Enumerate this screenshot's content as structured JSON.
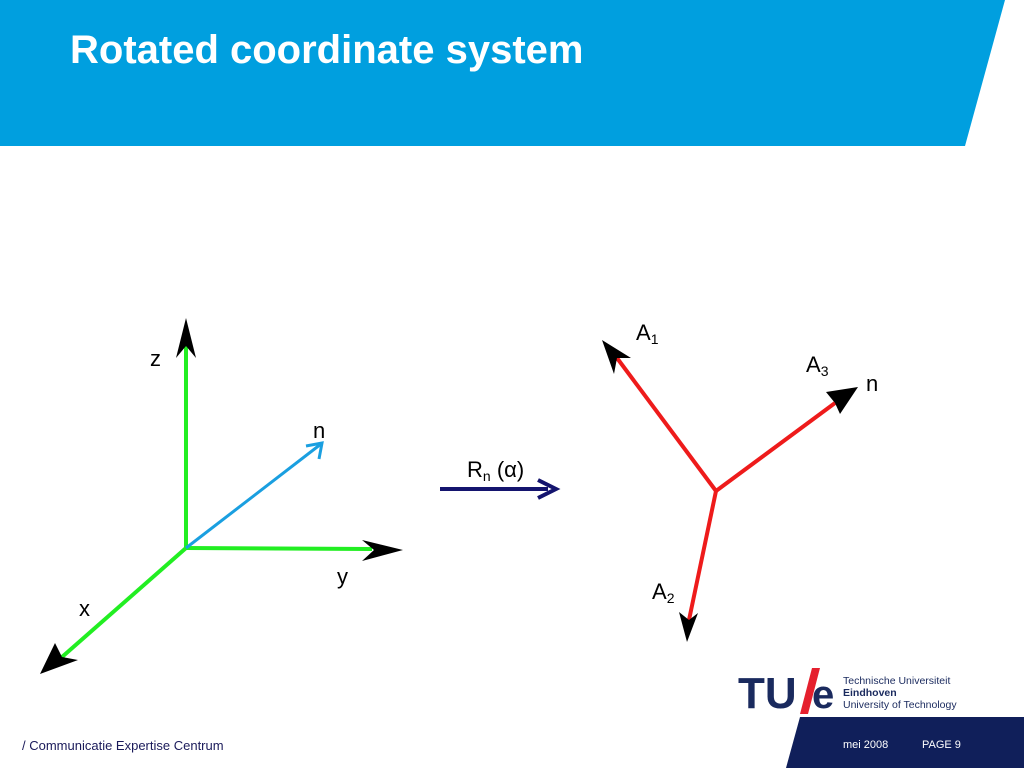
{
  "slide": {
    "title": "Rotated coordinate system"
  },
  "diagram": {
    "left_axes": {
      "z_label": "z",
      "x_label": "x",
      "y_label": "y",
      "n_label": "n"
    },
    "rotation": {
      "symbol": "R",
      "subscript": "n",
      "argument": "(α)"
    },
    "right_axes": {
      "a1_main": "A",
      "a1_sub": "1",
      "a2_main": "A",
      "a2_sub": "2",
      "a3_main": "A",
      "a3_sub": "3",
      "n_label": "n"
    }
  },
  "logo": {
    "mark": "TU/e",
    "line1": "Technische Universiteit",
    "line2": "Eindhoven",
    "line3": "University of Technology"
  },
  "footer": {
    "department": "/ Communicatie Expertise Centrum",
    "date": "mei 2008",
    "page": "PAGE 9"
  },
  "colors": {
    "header_blue": "#009fdf",
    "footer_navy": "#101f5a",
    "axis_green": "#22ee22",
    "vector_blue": "#1a9fe0",
    "rotated_red": "#ee1b1b",
    "arrow_navy": "#14146e",
    "logo_red": "#e5202e"
  }
}
